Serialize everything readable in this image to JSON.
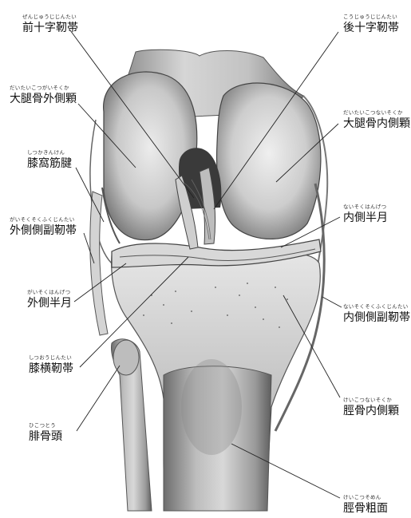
{
  "labels": {
    "acl": {
      "ruby": "ぜんじゅうじじんたい",
      "text": "前十字靭帯"
    },
    "lat_cond": {
      "ruby": "だいたいこつがいそくか",
      "text": "大腿骨外側顆"
    },
    "popl": {
      "ruby": "しつかきんけん",
      "text": "膝窩筋腱"
    },
    "lcl": {
      "ruby": "がいそくそくふくじんたい",
      "text": "外側側副靭帯"
    },
    "lat_men": {
      "ruby": "がいそくはんげつ",
      "text": "外側半月"
    },
    "trans": {
      "ruby": "しつおうじんたい",
      "text": "膝横靭帯"
    },
    "fib": {
      "ruby": "ひこつとう",
      "text": "腓骨頭"
    },
    "pcl": {
      "ruby": "こうじゅうじじんたい",
      "text": "後十字靭帯"
    },
    "med_cond": {
      "ruby": "だいたいこつないそくか",
      "text": "大腿骨内側顆"
    },
    "med_men": {
      "ruby": "ないそくはんげつ",
      "text": "内側半月"
    },
    "mcl": {
      "ruby": "ないそくそくふくじんたい",
      "text": "内側側副靭帯"
    },
    "tib_med": {
      "ruby": "けいこつないそくか",
      "text": "脛骨内側顆"
    },
    "tib_tub": {
      "ruby": "けいこつそめん",
      "text": "脛骨粗面"
    }
  }
}
